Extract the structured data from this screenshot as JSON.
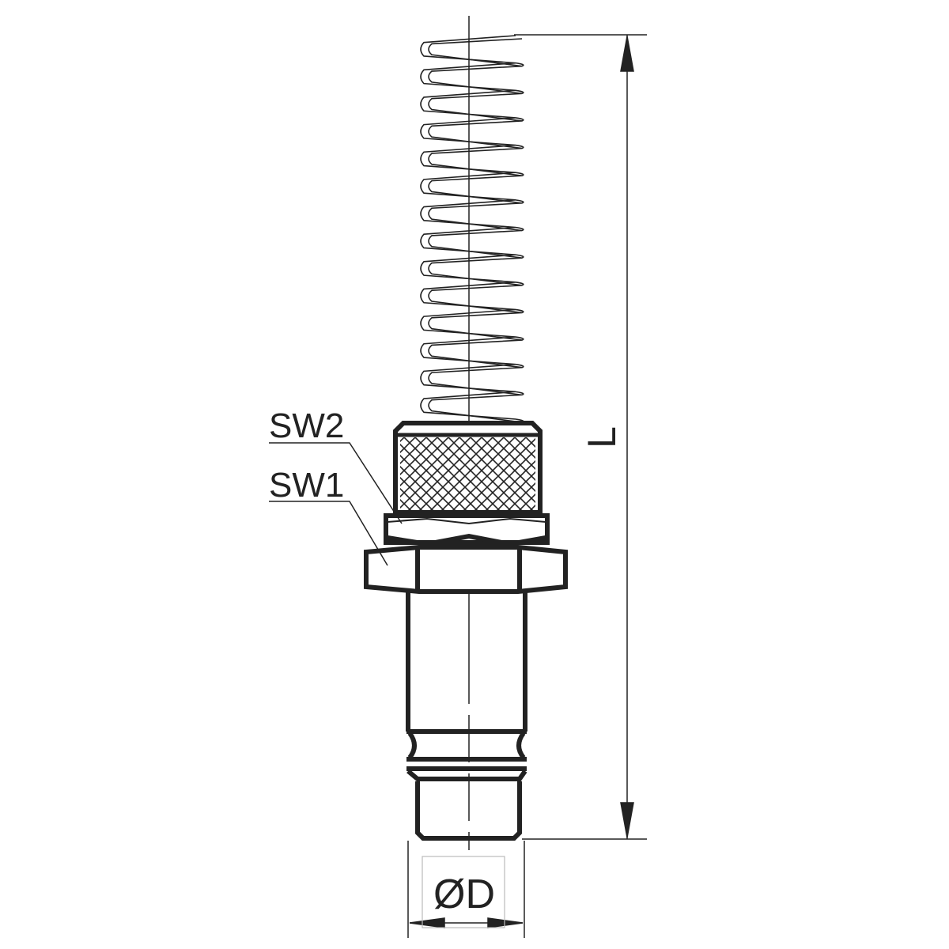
{
  "labels": {
    "sw2": "SW2",
    "sw1": "SW1",
    "length": "L",
    "diameter": "ØD"
  },
  "colors": {
    "line": "#222222",
    "box": "#bbbbbb"
  }
}
